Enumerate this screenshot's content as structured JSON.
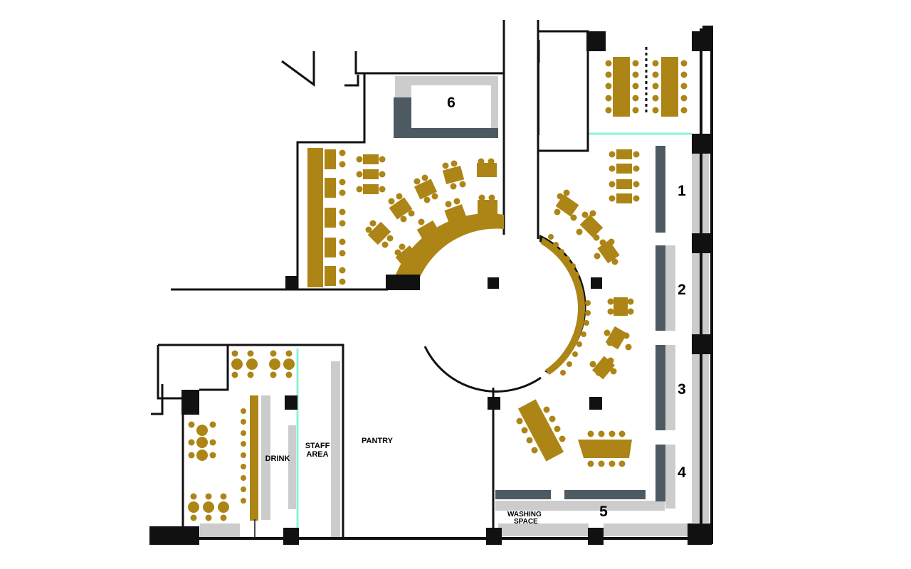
{
  "plan": {
    "zones": {
      "zone_1": "1",
      "zone_2": "2",
      "zone_3": "3",
      "zone_4": "4",
      "zone_5": "5",
      "zone_6": "6"
    },
    "rooms": {
      "pantry": "PANTRY",
      "drink": "DRINK",
      "staff_line1": "STAFF",
      "staff_line2": "AREA",
      "washing": "WASHING SPACE"
    }
  },
  "colors": {
    "wall": "#111111",
    "furniture": "#ad8516",
    "counter_dark": "#4d5a61",
    "counter_light": "#cccccc",
    "glass": "#8ff0dc"
  }
}
